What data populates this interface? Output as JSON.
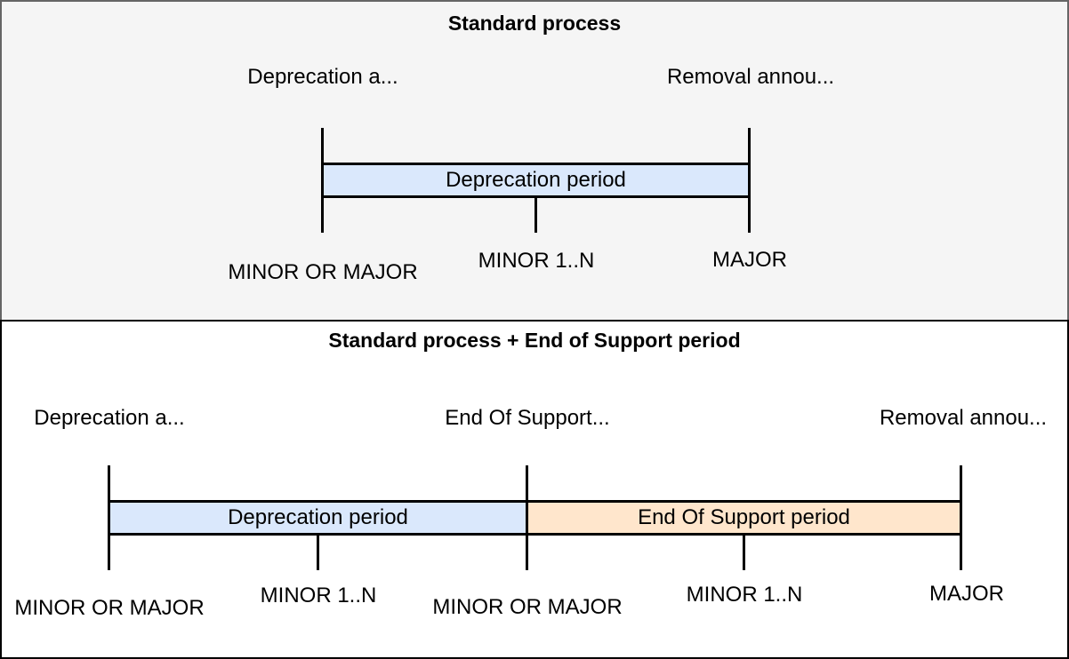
{
  "colors": {
    "deprecation_period_fill": "#dae8fc",
    "end_of_support_period_fill": "#ffe6cc",
    "bar_border": "#000000",
    "timeline_line": "#000000",
    "top_panel_fill": "#f5f5f5",
    "top_panel_border": "#666666",
    "bottom_panel_fill": "#ffffff",
    "bottom_panel_border": "#000000",
    "text": "#000000"
  },
  "panels": [
    {
      "title": "Standard process",
      "annotations": [
        {
          "text": "Deprecation a..."
        },
        {
          "text": "Removal annou..."
        }
      ],
      "periods": [
        {
          "label": "Deprecation period"
        }
      ],
      "milestones": [
        {
          "label": "MINOR OR MAJOR"
        },
        {
          "label": "MINOR 1..N"
        },
        {
          "label": "MAJOR"
        }
      ]
    },
    {
      "title": "Standard process + End of Support period",
      "annotations": [
        {
          "text": "Deprecation a..."
        },
        {
          "text": "End Of Support..."
        },
        {
          "text": "Removal annou..."
        }
      ],
      "periods": [
        {
          "label": "Deprecation period"
        },
        {
          "label": "End Of Support period"
        }
      ],
      "milestones": [
        {
          "label": "MINOR OR MAJOR"
        },
        {
          "label": "MINOR 1..N"
        },
        {
          "label": "MINOR OR MAJOR"
        },
        {
          "label": "MINOR 1..N"
        },
        {
          "label": "MAJOR"
        }
      ]
    }
  ]
}
